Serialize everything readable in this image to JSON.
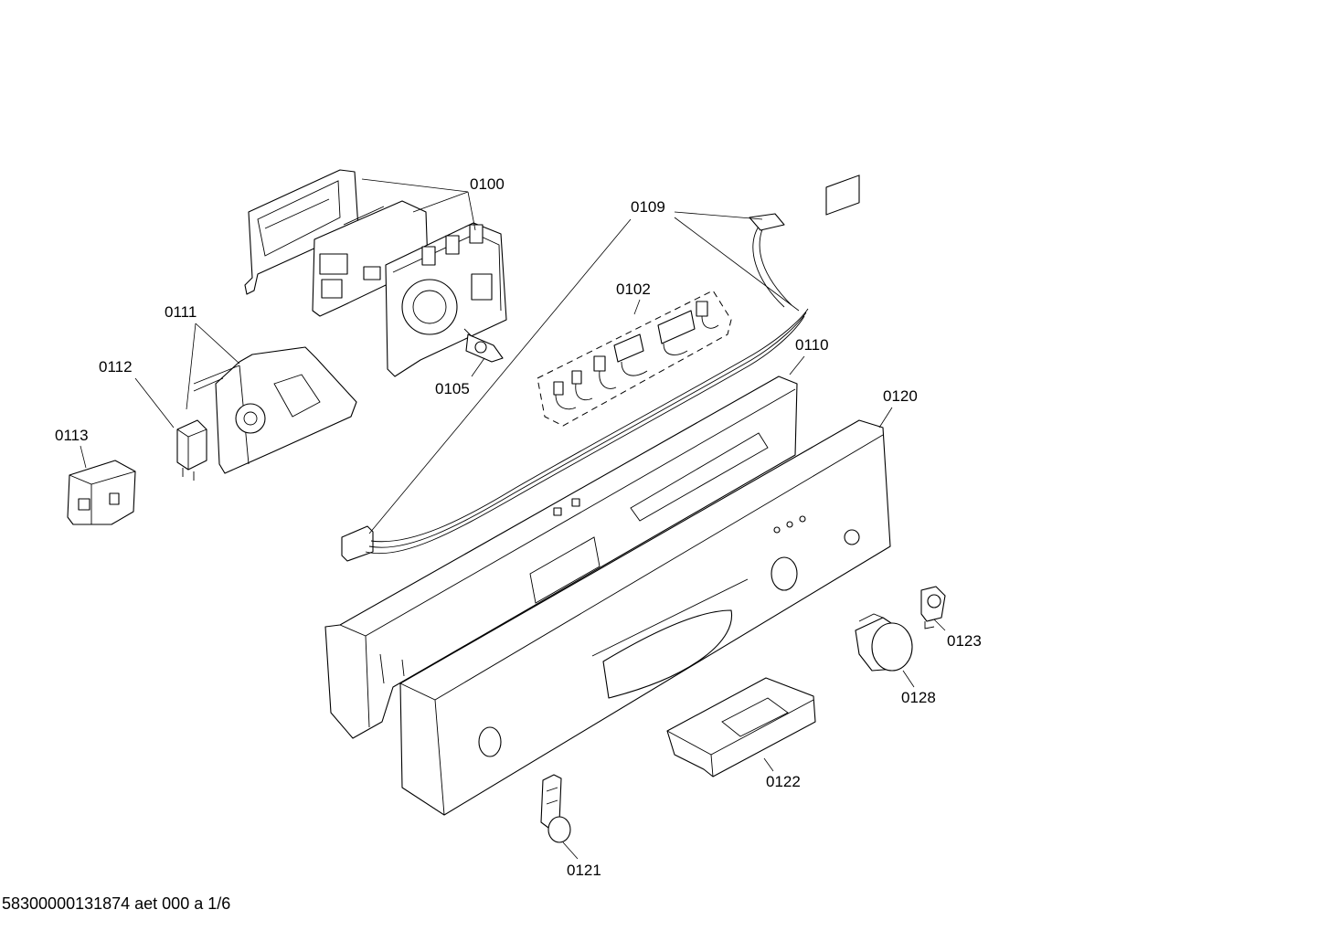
{
  "callouts": {
    "c0100": "0100",
    "c0109": "0109",
    "c0102": "0102",
    "c0111": "0111",
    "c0112": "0112",
    "c0113": "0113",
    "c0105": "0105",
    "c0110": "0110",
    "c0120": "0120",
    "c0123": "0123",
    "c0128": "0128",
    "c0122": "0122",
    "c0121": "0121"
  },
  "footer": {
    "doc_id": "58300000131874 aet 000 a 1/6"
  }
}
